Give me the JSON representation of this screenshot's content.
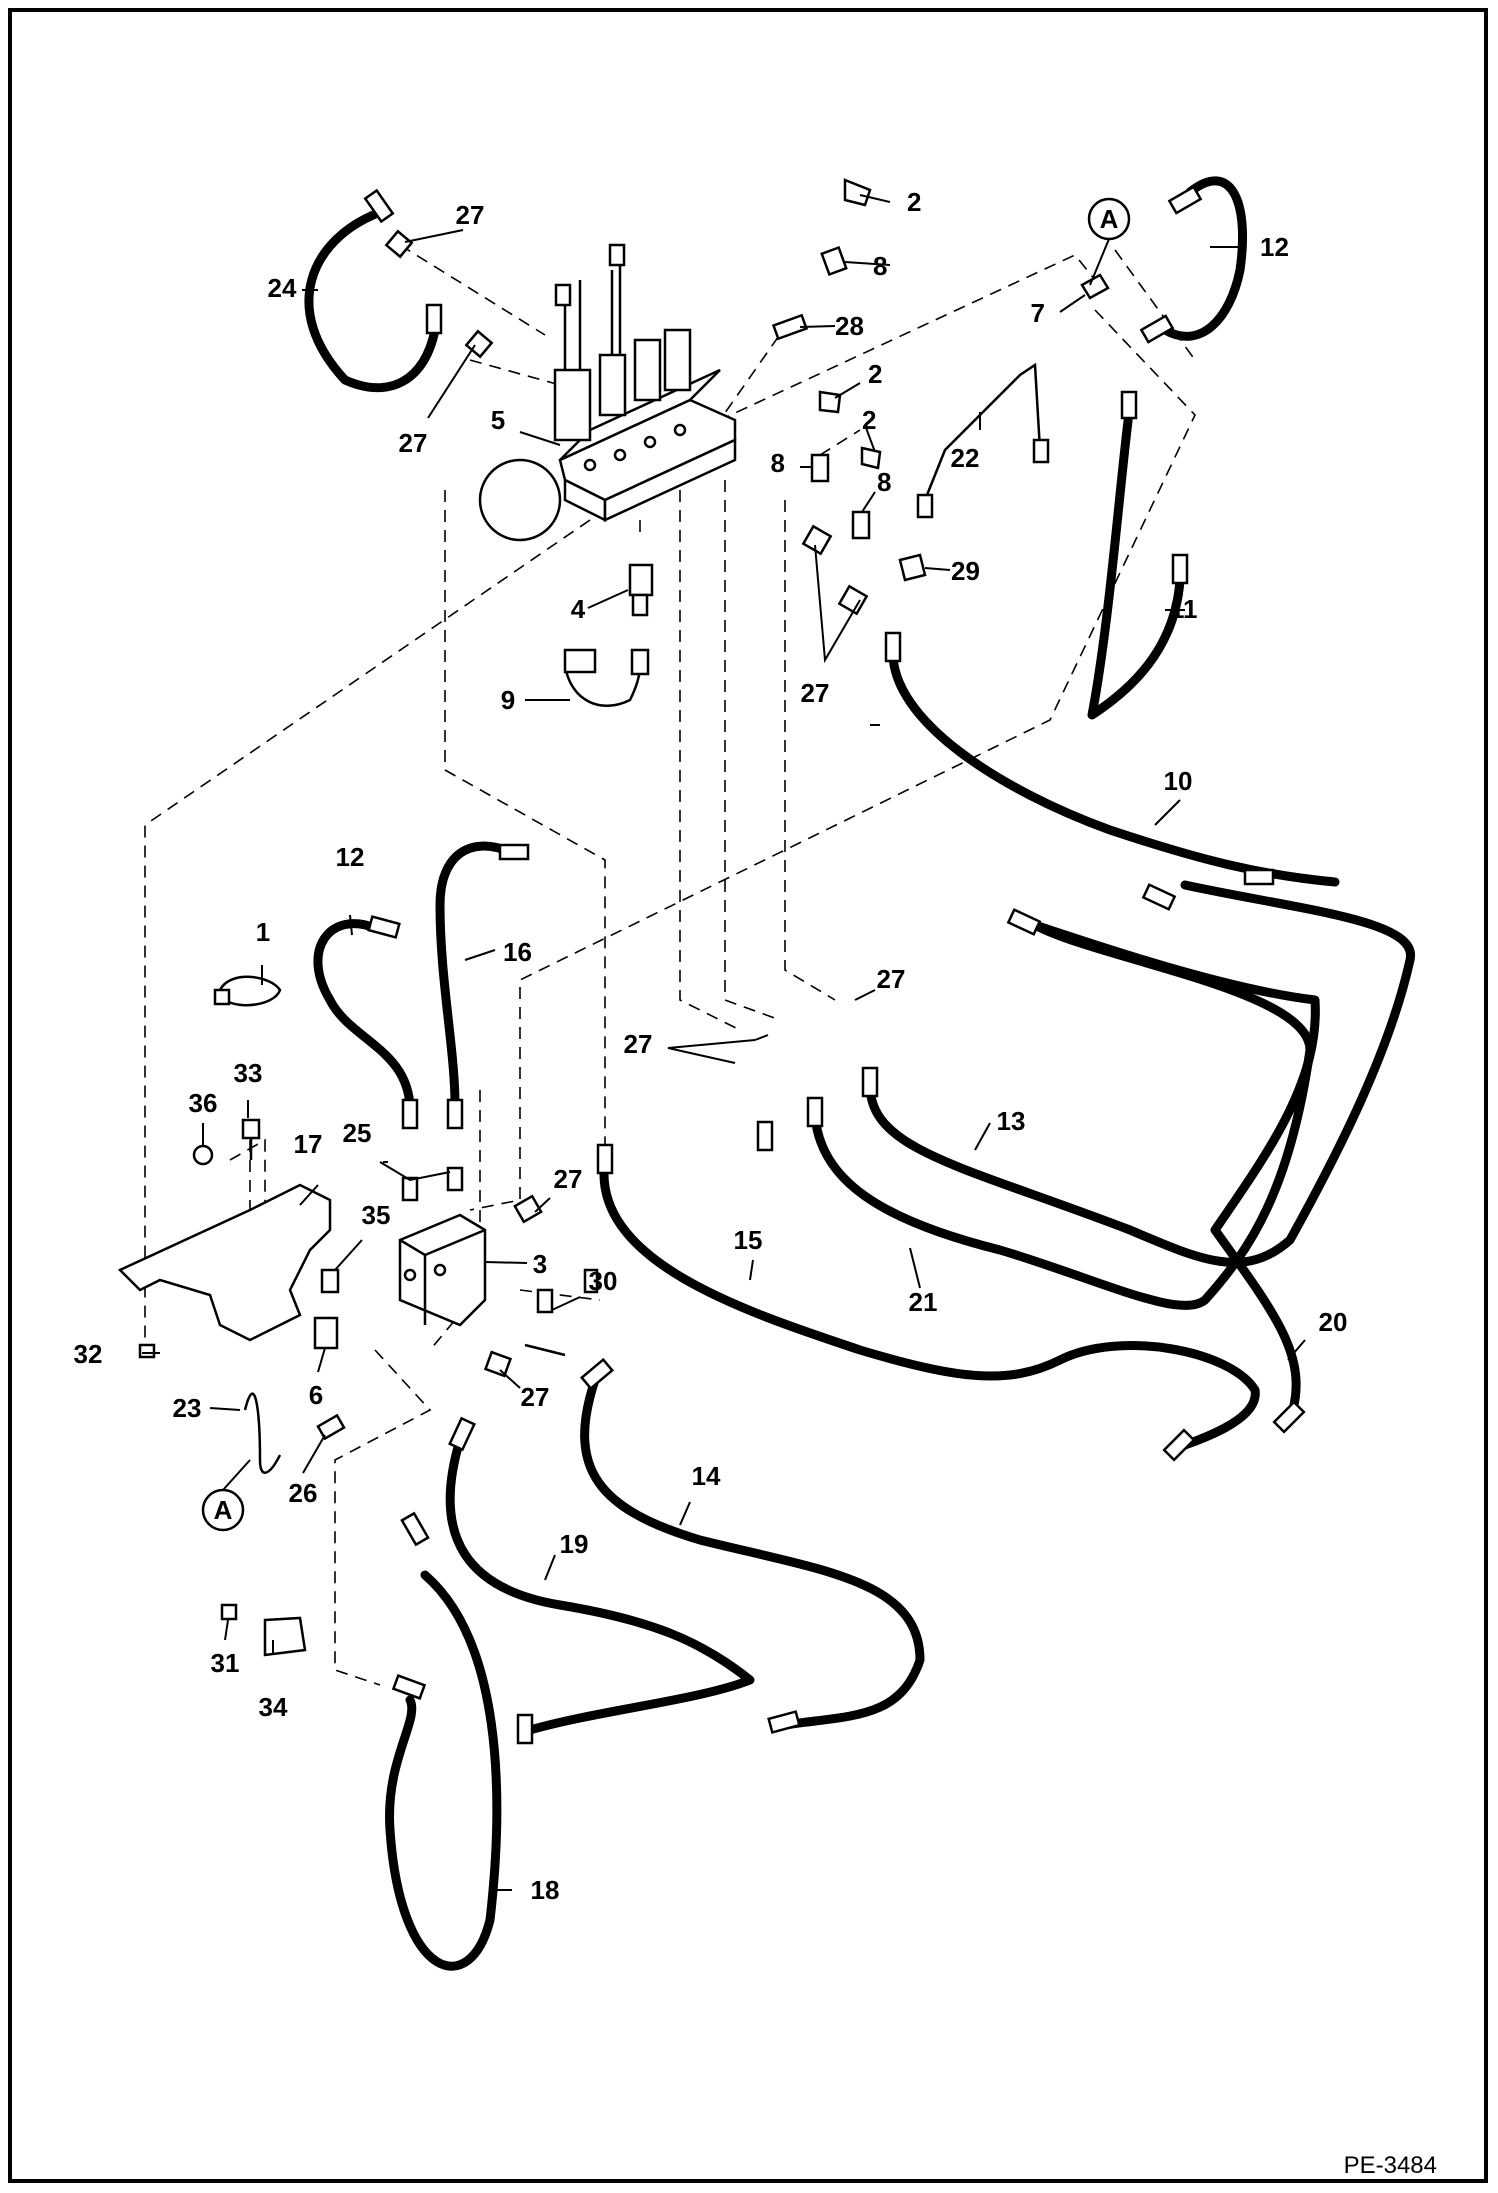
{
  "figure_code": "PE-3484",
  "callouts": {
    "c1": "1",
    "c2a": "2",
    "c2b": "2",
    "c2c": "2",
    "c3": "3",
    "c4": "4",
    "c5": "5",
    "c6": "6",
    "c7": "7",
    "c8a": "8",
    "c8b": "8",
    "c8c": "8",
    "c9": "9",
    "c10": "10",
    "c11": "11",
    "c12a": "12",
    "c12b": "12",
    "c13": "13",
    "c14": "14",
    "c15": "15",
    "c16": "16",
    "c17": "17",
    "c18": "18",
    "c19": "19",
    "c20": "20",
    "c21": "21",
    "c22": "22",
    "c23": "23",
    "c24": "24",
    "c25": "25",
    "c26": "26",
    "c27a": "27",
    "c27b": "27",
    "c27c": "27",
    "c27d": "27",
    "c27e": "27",
    "c27f": "27",
    "c27g": "27",
    "c28": "28",
    "c29": "29",
    "c30": "30",
    "c31": "31",
    "c32": "32",
    "c33": "33",
    "c34": "34",
    "c35": "35",
    "c36": "36"
  },
  "connectors": {
    "a_top": "A",
    "a_bottom": "A"
  }
}
